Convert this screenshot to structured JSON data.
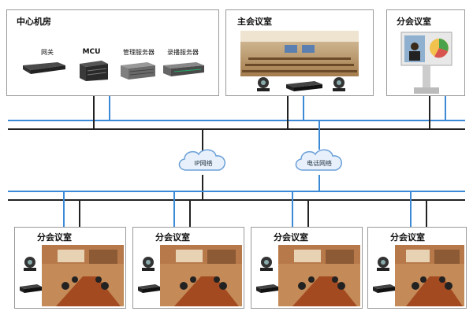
{
  "center_room": {
    "title": "中心机房",
    "devices": [
      {
        "label": "网关",
        "icon": "gateway-icon"
      },
      {
        "label": "MCU",
        "icon": "mcu-icon"
      },
      {
        "label": "管理服务器",
        "icon": "management-server-icon"
      },
      {
        "label": "录播服务器",
        "icon": "recording-server-icon"
      }
    ]
  },
  "main_room": {
    "title": "主会议室"
  },
  "branch_top": {
    "title": "分会议室"
  },
  "clouds": {
    "ip": "IP网络",
    "phone": "电话网络"
  },
  "branches": [
    {
      "title": "分会议室"
    },
    {
      "title": "分会议室"
    },
    {
      "title": "分会议室"
    },
    {
      "title": "分会议室"
    }
  ],
  "colors": {
    "bus_blue": "#3c8ad6",
    "bus_black": "#222222",
    "box_border": "#9a9a9a"
  }
}
